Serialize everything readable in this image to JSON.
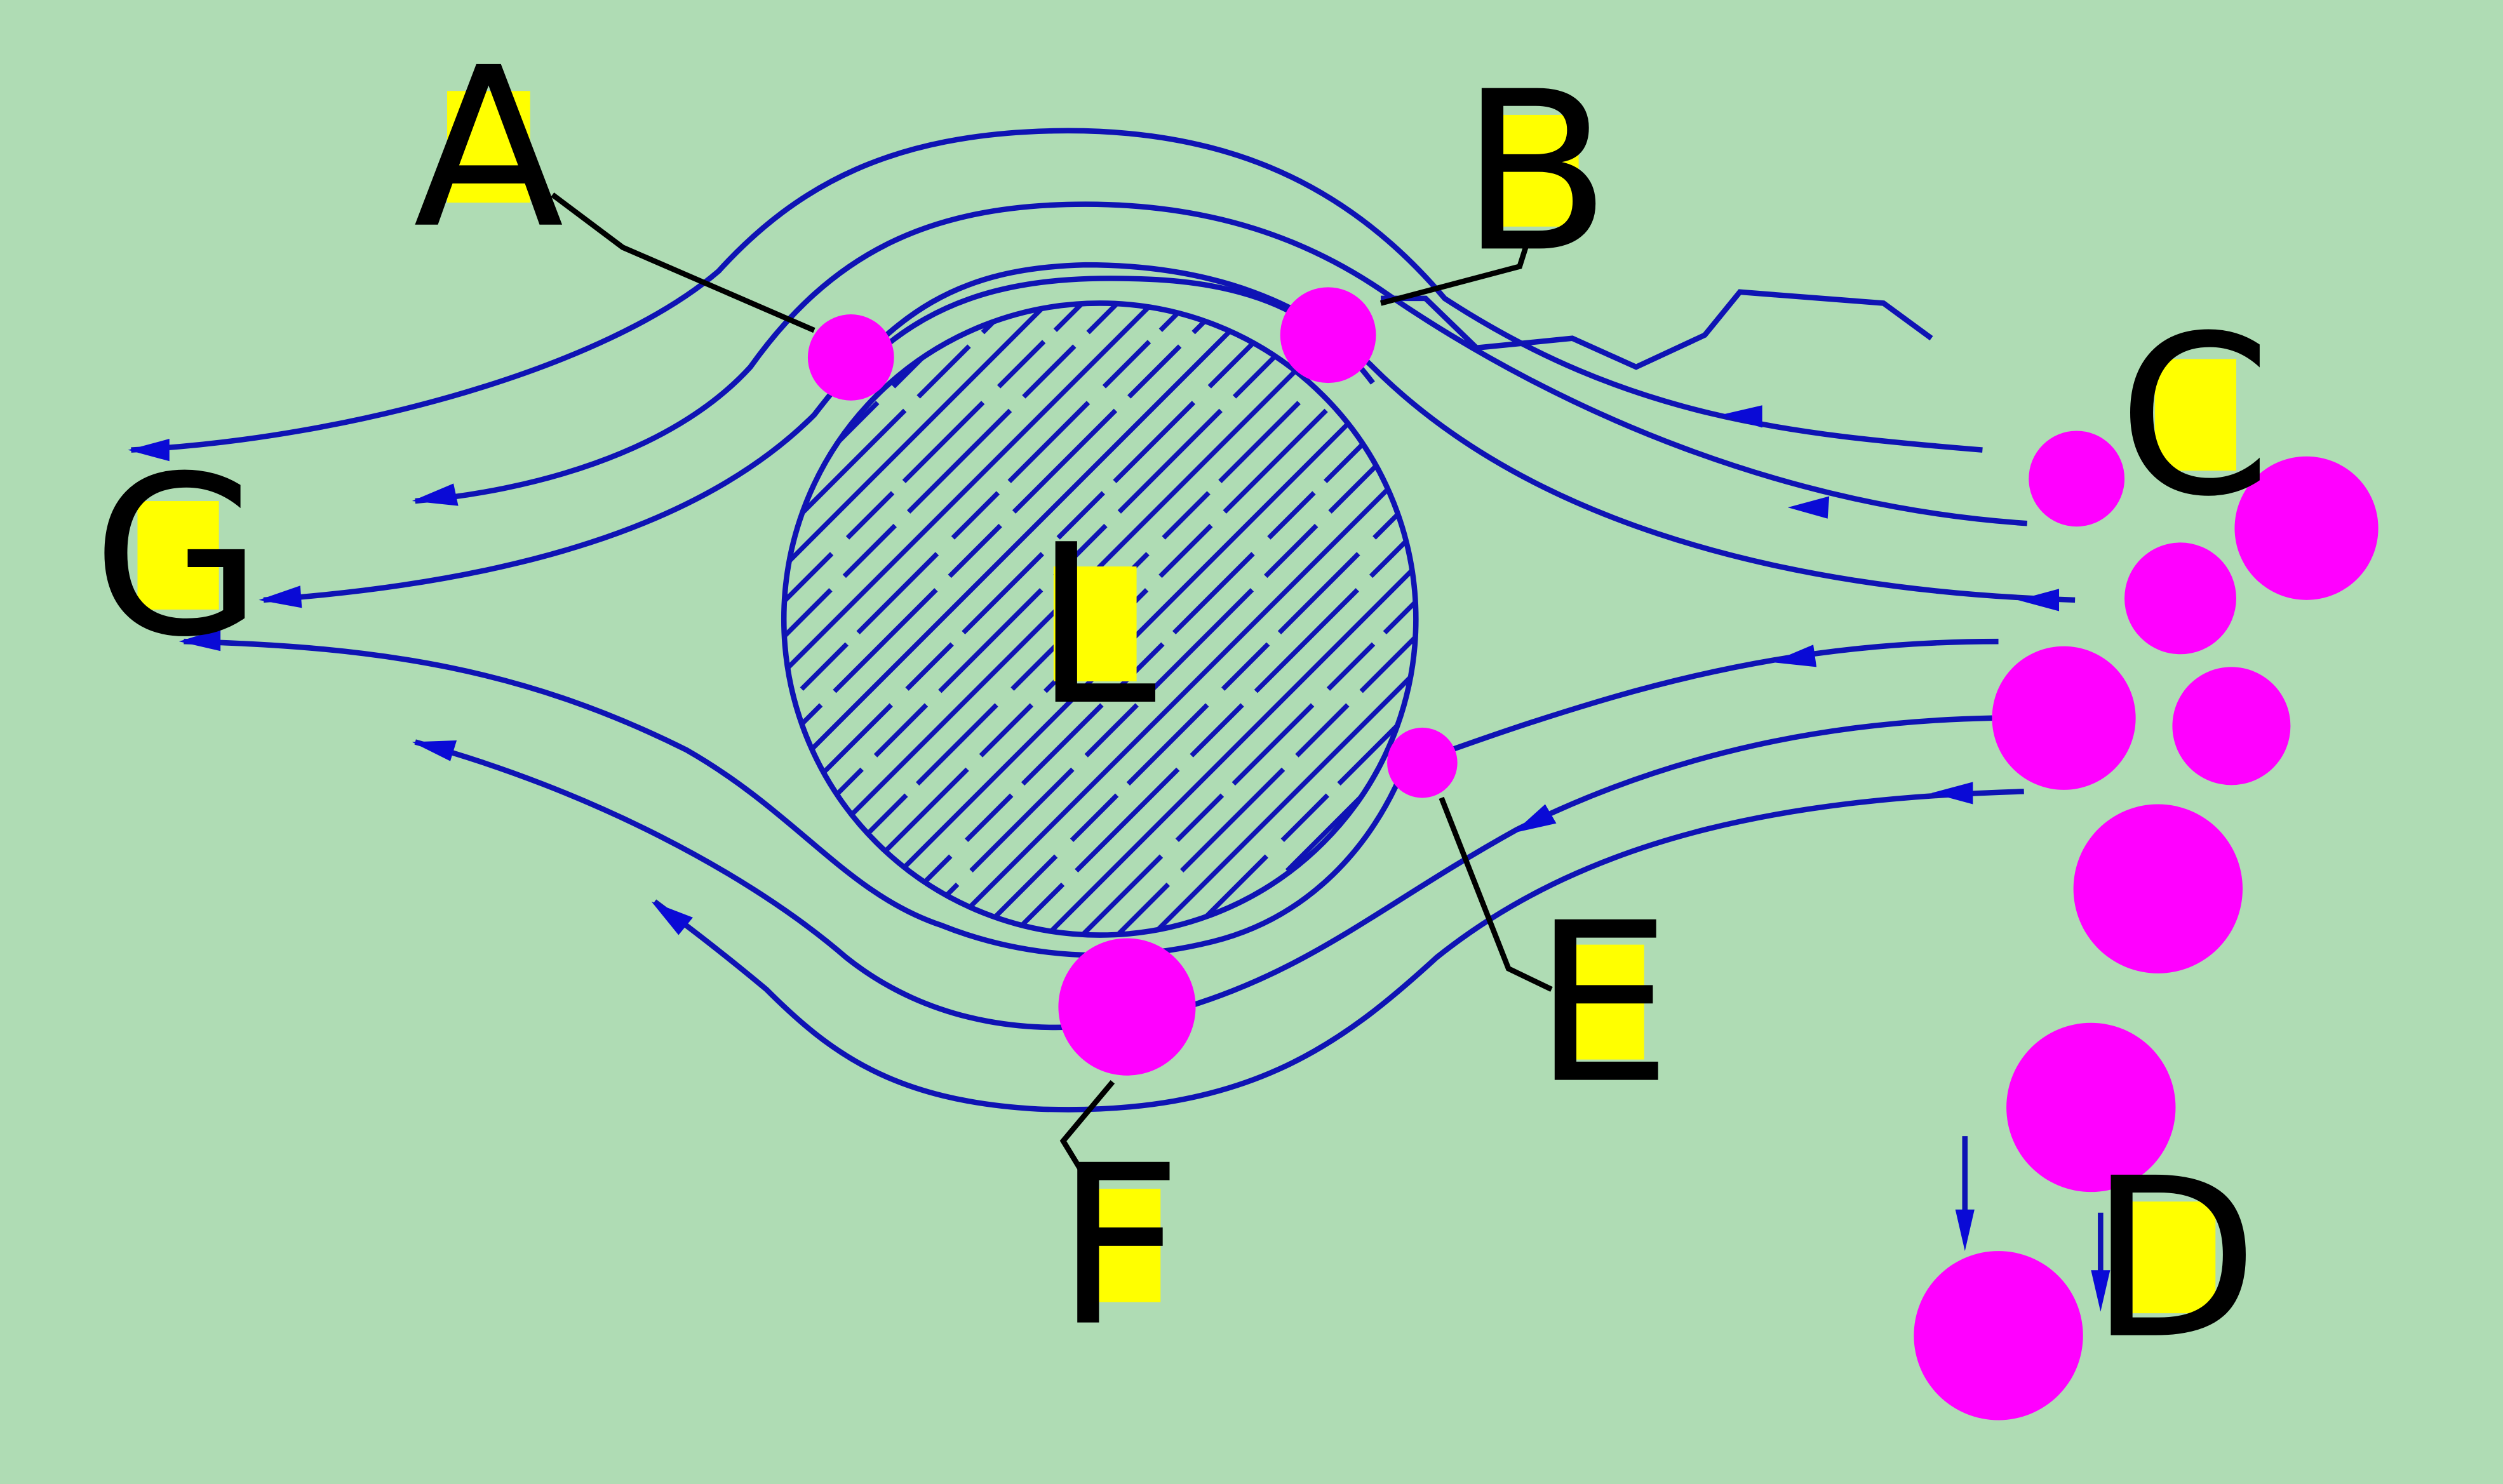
{
  "colors": {
    "background": "#afdcb4",
    "streamline": "#0f13b4",
    "arrow": "#0a0ad6",
    "particle": "#ff00ff",
    "label_box": "#ffff00",
    "label_text": "#000000",
    "leader": "#000000"
  },
  "labels": {
    "A": "A",
    "B": "B",
    "C": "C",
    "D": "D",
    "E": "E",
    "F": "F",
    "G": "G",
    "L": "L"
  }
}
